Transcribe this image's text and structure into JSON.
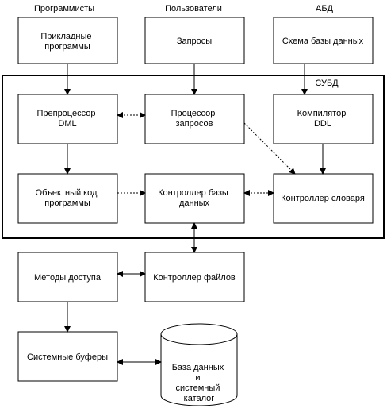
{
  "headers": {
    "programmers": "Программисты",
    "users": "Пользователи",
    "dba": "АБД"
  },
  "dbms_label": "СУБД",
  "boxes": {
    "app_programs": [
      "Прикладные",
      "программы"
    ],
    "queries": [
      "Запросы"
    ],
    "db_schema": [
      "Схема базы данных"
    ],
    "dml_preprocessor": [
      "Препроцессор",
      "DML"
    ],
    "query_processor": [
      "Процессор",
      "запросов"
    ],
    "ddl_compiler": [
      "Компилятор",
      "DDL"
    ],
    "object_code": [
      "Объектный код",
      "программы"
    ],
    "db_controller": [
      "Контроллер базы",
      "данных"
    ],
    "dict_controller": [
      "Контроллер словаря"
    ],
    "access_methods": [
      "Методы доступа"
    ],
    "file_controller": [
      "Контроллер файлов"
    ],
    "system_buffers": [
      "Системные буферы"
    ],
    "database": [
      "База данных",
      "и",
      "системный",
      "каталог"
    ]
  }
}
